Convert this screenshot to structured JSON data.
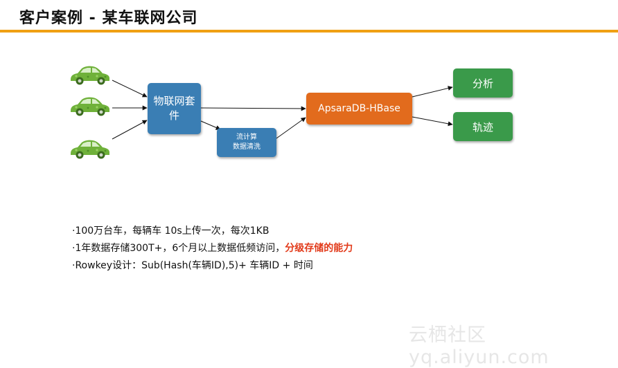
{
  "page": {
    "title": "客户案例 - 某车联网公司"
  },
  "diagram": {
    "iot_kit": {
      "line1": "物联网套",
      "line2": "件"
    },
    "stream": {
      "line1": "流计算",
      "line2": "数据清洗"
    },
    "hbase": "ApsaraDB-HBase",
    "analysis": "分析",
    "track": "轨迹",
    "colors": {
      "blue": "#3a7eb4",
      "orange": "#e26b1d",
      "green": "#3a9a4a",
      "accent_rule": "#f0a013"
    },
    "cars": [
      {
        "icon": "green-car-icon"
      },
      {
        "icon": "green-car-icon"
      },
      {
        "icon": "green-car-icon"
      }
    ]
  },
  "bullets": [
    {
      "text": "·100万台车，每辆车 10s上传一次，每次1KB"
    },
    {
      "text": "·1年数据存储300T+，6个月以上数据低频访问，",
      "highlight": "分级存储的能力"
    },
    {
      "text": "·Rowkey设计：Sub(Hash(车辆ID),5)+ 车辆ID + 时间"
    }
  ],
  "watermark": "云栖社区 yq.aliyun.com"
}
